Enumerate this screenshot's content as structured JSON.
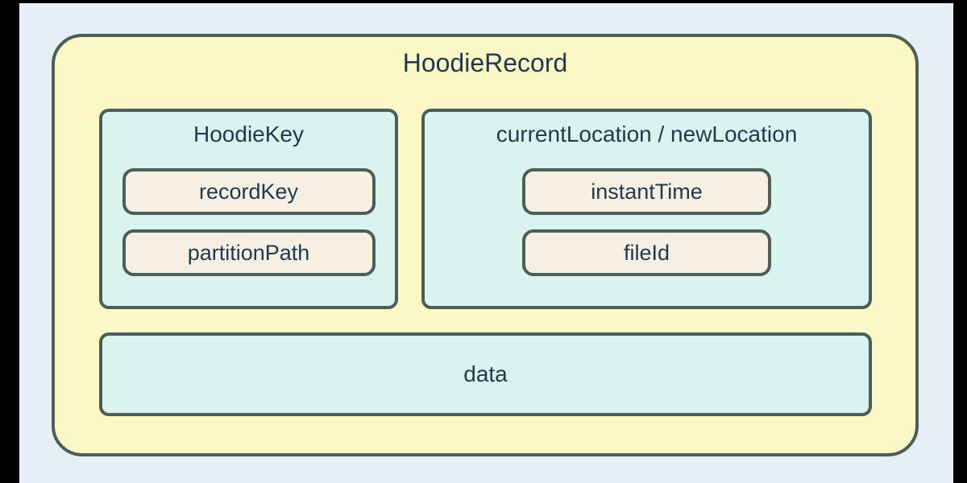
{
  "diagram": {
    "title": "HoodieRecord",
    "groups": [
      {
        "name": "HoodieKey",
        "fields": [
          "recordKey",
          "partitionPath"
        ]
      },
      {
        "name": "currentLocation / newLocation",
        "fields": [
          "instantTime",
          "fileId"
        ]
      }
    ],
    "data_field": "data",
    "colors": {
      "slide_background": "#e8eef5",
      "letterbox": "#000000",
      "record_fill": "#fcf8c6",
      "group_fill": "#d9f3ee",
      "field_fill": "#f6f0e2",
      "border": "#4d5d57",
      "text": "#1f3a50"
    }
  }
}
